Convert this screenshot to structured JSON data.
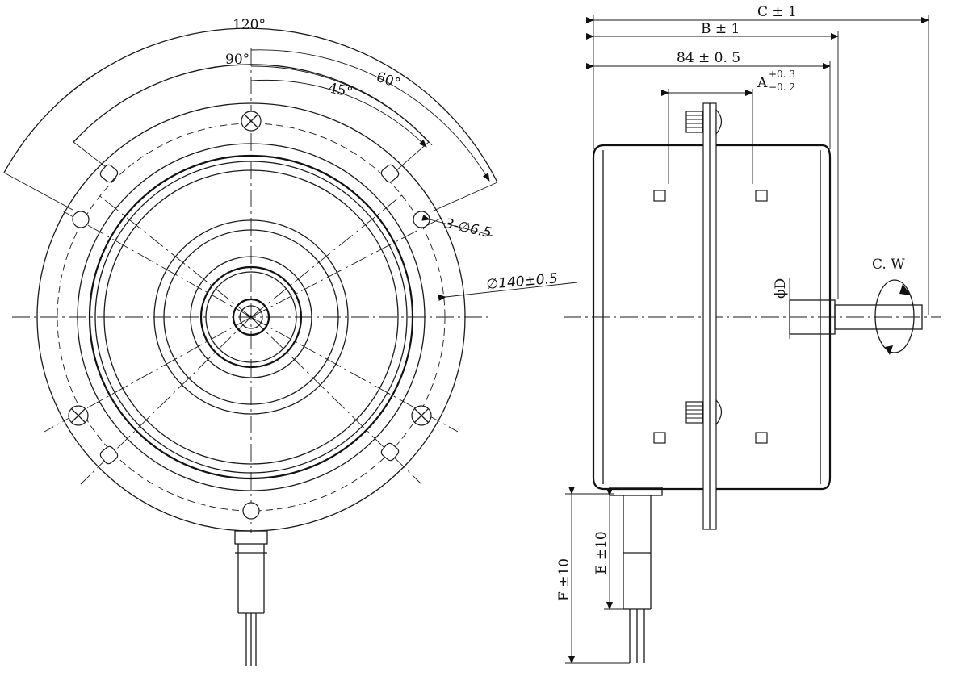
{
  "front_view": {
    "angle_120": "120°",
    "angle_90": "90°",
    "angle_60": "60°",
    "angle_45": "45°",
    "holes": "3-∅6.5",
    "diameter": "∅140±0.5"
  },
  "side_view": {
    "dim_c": "C ± 1",
    "dim_b": "B ± 1",
    "dim_84": "84 ± 0. 5",
    "dim_a": "A",
    "dim_a_plus": "+0. 3",
    "dim_a_minus": "−0. 2",
    "shaft_dia": "ϕD",
    "rotation": "C. W",
    "lead_f": "F ±10",
    "lead_e": "E ±10"
  }
}
